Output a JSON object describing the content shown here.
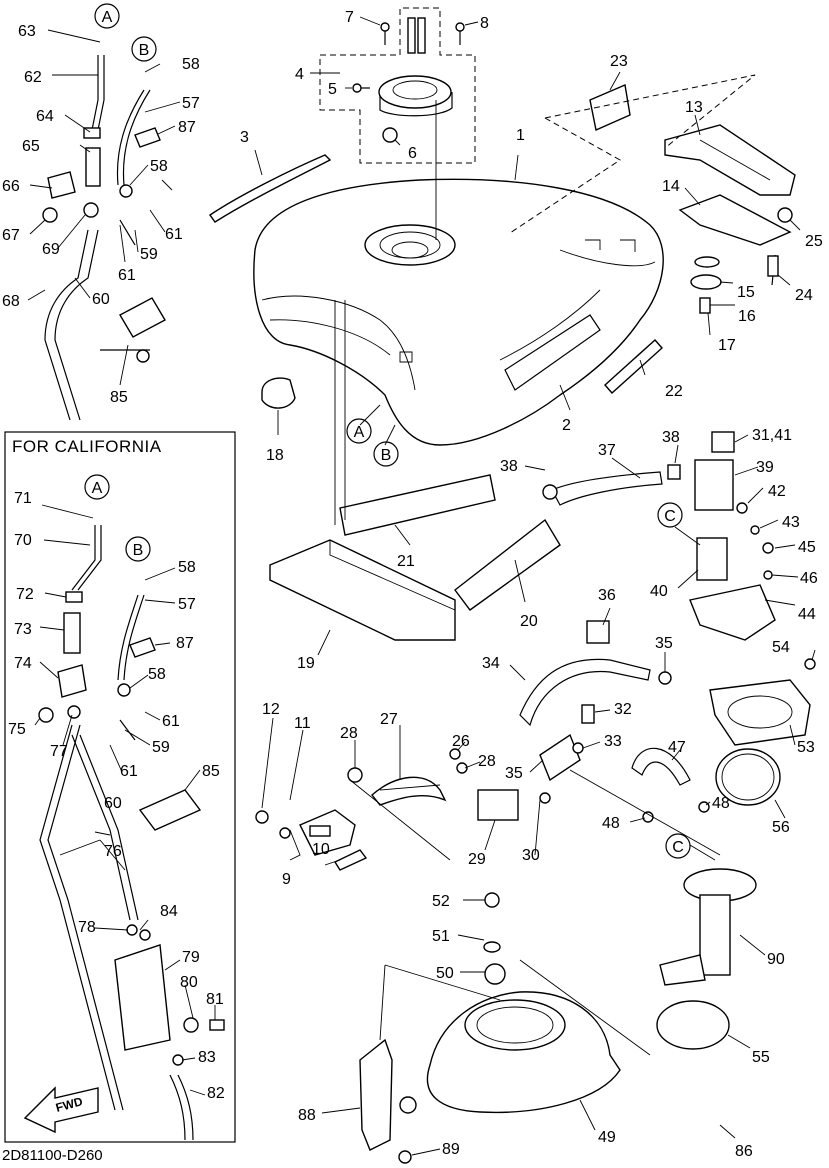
{
  "box_title": "FOR CALIFORNIA",
  "code": "2D81100-D260",
  "fwd_label": "FWD",
  "callouts": {
    "a_top": "A",
    "b_top": "B",
    "a_tank": "A",
    "b_tank": "B",
    "a_box": "A",
    "b_box": "B",
    "c_pump": "C",
    "c_lower": "C"
  },
  "parts": {
    "p1": "1",
    "p2": "2",
    "p3": "3",
    "p4": "4",
    "p5": "5",
    "p6": "6",
    "p7": "7",
    "p8": "8",
    "p9": "9",
    "p10": "10",
    "p11": "11",
    "p12": "12",
    "p13": "13",
    "p14": "14",
    "p15": "15",
    "p16": "16",
    "p17": "17",
    "p18": "18",
    "p19": "19",
    "p20": "20",
    "p21": "21",
    "p22": "22",
    "p23": "23",
    "p24": "24",
    "p25": "25",
    "p26": "26",
    "p27": "27",
    "p28a": "28",
    "p28b": "28",
    "p29": "29",
    "p30": "30",
    "p31": "31,41",
    "p32": "32",
    "p33": "33",
    "p34": "34",
    "p35a": "35",
    "p35b": "35",
    "p36": "36",
    "p37": "37",
    "p38a": "38",
    "p38b": "38",
    "p39": "39",
    "p40": "40",
    "p42": "42",
    "p43": "43",
    "p44": "44",
    "p45": "45",
    "p46": "46",
    "p47": "47",
    "p48a": "48",
    "p48b": "48",
    "p49": "49",
    "p50": "50",
    "p51": "51",
    "p52": "52",
    "p53": "53",
    "p54": "54",
    "p55": "55",
    "p56": "56",
    "p57a": "57",
    "p57b": "57",
    "p58a": "58",
    "p58b": "58",
    "p58c": "58",
    "p58d": "58",
    "p59a": "59",
    "p59b": "59",
    "p60a": "60",
    "p60b": "60",
    "p61a": "61",
    "p61b": "61",
    "p61c": "61",
    "p61d": "61",
    "p62": "62",
    "p63": "63",
    "p64": "64",
    "p65": "65",
    "p66": "66",
    "p67": "67",
    "p68": "68",
    "p69": "69",
    "p70": "70",
    "p71": "71",
    "p72": "72",
    "p73": "73",
    "p74": "74",
    "p75": "75",
    "p76": "76",
    "p77": "77",
    "p78": "78",
    "p79": "79",
    "p80": "80",
    "p81": "81",
    "p82": "82",
    "p83": "83",
    "p84": "84",
    "p85a": "85",
    "p85b": "85",
    "p86": "86",
    "p87a": "87",
    "p87b": "87",
    "p88": "88",
    "p89": "89",
    "p90": "90"
  }
}
